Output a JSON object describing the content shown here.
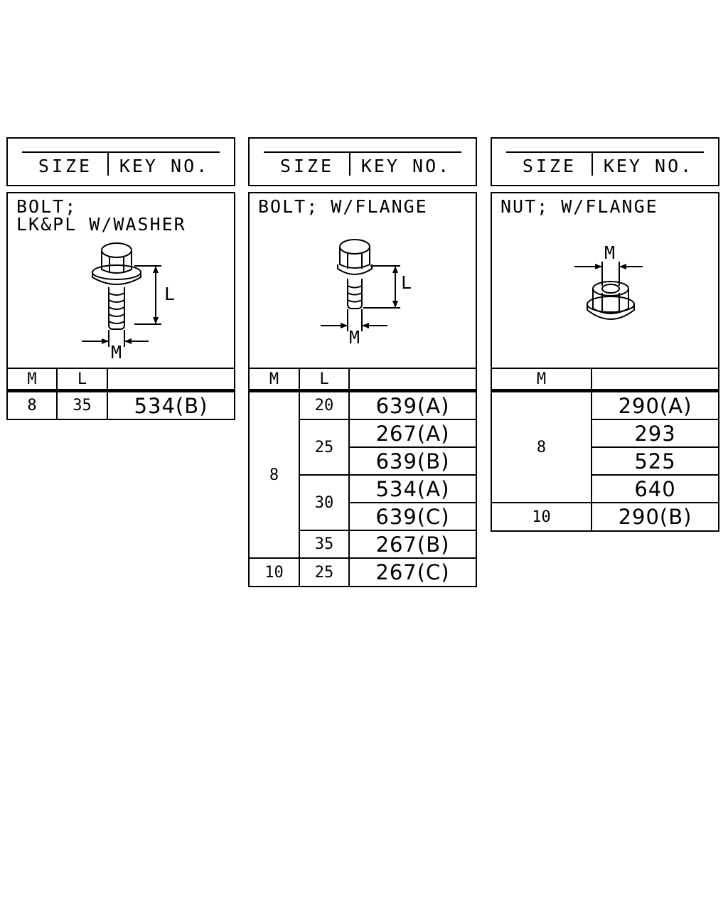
{
  "panels": [
    {
      "header": {
        "size": "SIZE",
        "key": "KEY NO."
      },
      "title_line1": "BOLT;",
      "title_line2": "LK&PL W/WASHER",
      "dim_labels": {
        "length": "L",
        "diameter": "M"
      },
      "col_headers": {
        "m": "M",
        "l": "L"
      },
      "rows": [
        {
          "m": "8",
          "l": "35",
          "key": "534(B)"
        }
      ]
    },
    {
      "header": {
        "size": "SIZE",
        "key": "KEY NO."
      },
      "title_line1": "BOLT; W/FLANGE",
      "dim_labels": {
        "length": "L",
        "diameter": "M"
      },
      "col_headers": {
        "m": "M",
        "l": "L"
      },
      "m_values": [
        "8",
        "10"
      ],
      "l_values": [
        "20",
        "25",
        "30",
        "35",
        "25"
      ],
      "keys": [
        "639(A)",
        "267(A)",
        "639(B)",
        "534(A)",
        "639(C)",
        "267(B)",
        "267(C)"
      ]
    },
    {
      "header": {
        "size": "SIZE",
        "key": "KEY NO."
      },
      "title_line1": "NUT; W/FLANGE",
      "dim_labels": {
        "diameter": "M"
      },
      "col_headers": {
        "m": "M"
      },
      "m_values": [
        "8",
        "10"
      ],
      "keys": [
        "290(A)",
        "293",
        "525",
        "640",
        "290(B)"
      ]
    }
  ]
}
